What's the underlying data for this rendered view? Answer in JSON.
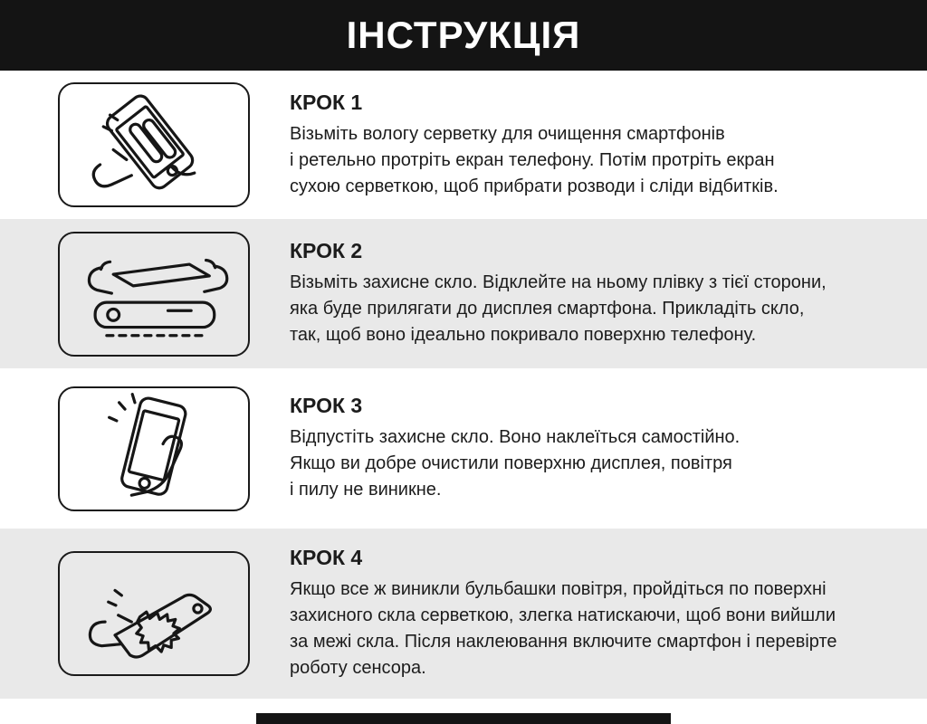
{
  "header": {
    "title": "ІНСТРУКЦІЯ"
  },
  "steps": [
    {
      "title": "КРОК 1",
      "icon": "hands-wiping-phone-icon",
      "text": "Візьміть вологу серветку для очищення смартфонів\nі ретельно протріть екран телефону. Потім протріть екран\nсухою серветкою, щоб прибрати розводи і сліди відбитків."
    },
    {
      "title": "КРОК 2",
      "icon": "apply-protective-glass-icon",
      "text": "Візьміть захисне скло. Відклейте на ньому плівку з тієї сторони,\nяка буде прилягати до дисплея смартфона. Прикладіть скло,\nтак, щоб воно ідеально покривало поверхню телефону."
    },
    {
      "title": "КРОК 3",
      "icon": "finger-pressing-screen-icon",
      "text": "Відпустіть захисне скло. Воно наклеїться самостійно.\nЯкщо ви добре очистили поверхню дисплея, повітря\nі пилу не виникне."
    },
    {
      "title": "КРОК 4",
      "icon": "smoothing-cloth-wipe-icon",
      "text": "Якщо все ж виникли бульбашки повітря, пройдіться по поверхні\nзахисного скла серветкою, злегка натискаючи, щоб вони вийшли\nза межі скла. Після наклеювання включите смартфон і перевірте\nроботу сенсора."
    }
  ],
  "colors": {
    "header_bg": "#141414",
    "stripe_bg": "#e9e9e9",
    "text": "#1c1c1c"
  }
}
